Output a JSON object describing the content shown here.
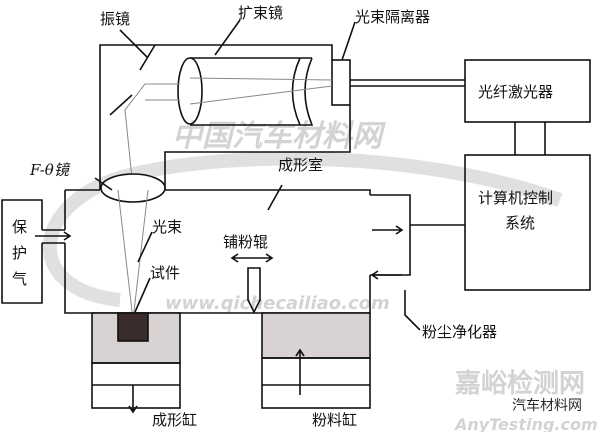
{
  "labels": {
    "galvo": "振镜",
    "expander": "扩束镜",
    "isolator": "光束隔离器",
    "fiber_laser": "光纤激光器",
    "ftheta": "F-θ镜",
    "chamber": "成形室",
    "computer_line1": "计算机控制",
    "computer_line2": "系统",
    "gas": [
      "保",
      "护",
      "气"
    ],
    "beam": "光束",
    "roller": "铺粉辊",
    "specimen": "试件",
    "dust": "粉尘净化器",
    "build_cyl": "成形缸",
    "powder_cyl": "粉料缸"
  },
  "watermarks": {
    "main": "中国汽车材料网",
    "url": "www.qichecailiao.com",
    "corner_cn": "嘉峪检测网",
    "corner_en": "AnyTesting.com",
    "corner_small": "汽车材料网"
  },
  "colors": {
    "line": "#111111",
    "cylinder_fill": "#d8d2d2",
    "specimen": "#3a2c2c",
    "watermark": "#cfcfcf"
  }
}
